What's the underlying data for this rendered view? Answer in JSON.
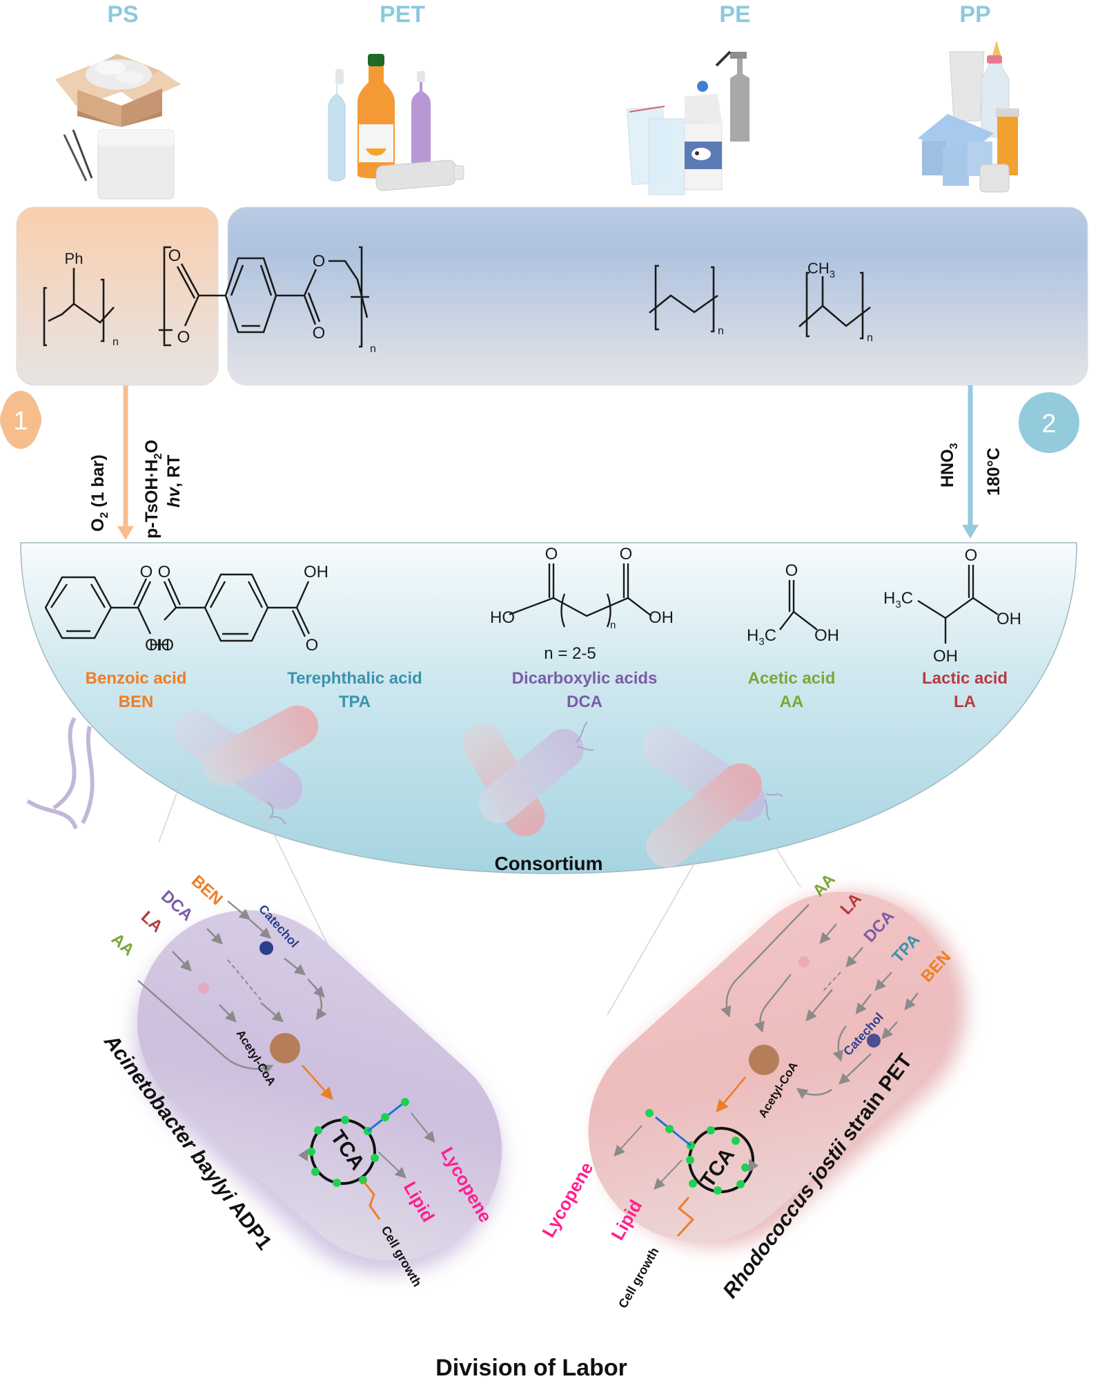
{
  "plastics": [
    {
      "label": "PS",
      "item": "polystyrene-products"
    },
    {
      "label": "PET",
      "item": "pet-bottles"
    },
    {
      "label": "PE",
      "item": "pe-products"
    },
    {
      "label": "PP",
      "item": "pp-products"
    }
  ],
  "polymers": {
    "ps_substituent": "Ph",
    "pp_substituent": "CH",
    "pp_substituent_sub": "3",
    "repeat_index": "n",
    "oxygen": "O"
  },
  "routes": [
    {
      "number": "1",
      "color": "#f8bd8c",
      "conditions_line1_main": "O",
      "conditions_line1_sub": "2",
      "conditions_line1_rest": " (1 bar)",
      "conditions_line2": "p-TsOH·H",
      "conditions_line2_sub": "2",
      "conditions_line2_rest": "O",
      "conditions_line3_italic": "hv",
      "conditions_line3_rest": ", RT"
    },
    {
      "number": "2",
      "color": "#93cbdc",
      "conditions_line1_main": "HNO",
      "conditions_line1_sub": "3",
      "conditions_line2": "180°C"
    }
  ],
  "monomers": [
    {
      "name": "Benzoic acid",
      "abbr": "BEN",
      "color": "#ee7d25"
    },
    {
      "name": "Terephthalic acid",
      "abbr": "TPA",
      "color": "#3b93ad"
    },
    {
      "name": "Dicarboxylic acids",
      "abbr": "DCA",
      "color": "#7b5ba6",
      "note": "n = 2-5"
    },
    {
      "name": "Acetic acid",
      "abbr": "AA",
      "color": "#7aa63a"
    },
    {
      "name": "Lactic acid",
      "abbr": "LA",
      "color": "#b73a3f"
    }
  ],
  "chem_labels": {
    "OH": "OH",
    "HO": "HO",
    "O": "O",
    "H3C_main": "H",
    "H3C_sub": "3",
    "H3C_end": "C",
    "n": "n"
  },
  "consortium_label": "Consortium",
  "organisms": [
    {
      "name": "Acinetobacter baylyi ADP1",
      "name_italic": "Acinetobacter baylyi",
      "name_rest": " ADP1",
      "fill": "#cfc2df",
      "substrates": [
        "BEN",
        "DCA",
        "LA",
        "AA"
      ],
      "intermediate": "Catechol",
      "hub": "Acetyl-CoA",
      "cycle": "TCA",
      "products": [
        "Lycopene",
        "Lipid"
      ],
      "growth": "Cell growth"
    },
    {
      "name": "Rhodococcus jostii strain PET",
      "name_italic": "Rhodococcus jostii",
      "name_rest": " strain PET",
      "fill": "#f0c1c2",
      "substrates": [
        "AA",
        "LA",
        "DCA",
        "TPA",
        "BEN"
      ],
      "intermediate": "Catechol",
      "hub": "Acetyl-CoA",
      "cycle": "TCA",
      "products": [
        "Lycopene",
        "Lipid"
      ],
      "growth": "Cell growth"
    }
  ],
  "footer_title": "Division of Labor",
  "colors": {
    "title_blue": "#8ccadd",
    "ps_panel_top": "#f9cfae",
    "ps_panel_bottom": "#e7e3e3",
    "poly_panel_top": "#b7c9e3",
    "poly_panel_bottom": "#e2e3e7",
    "bowl_top": "#f6fafb",
    "bowl_bottom": "#a7d5e2",
    "product_pink": "#ff1f8f",
    "catechol_blue": "#2c3f8e",
    "acetylcoa_brown": "#b67d5a",
    "tca_dot_green": "#1fd152",
    "arrow_gray": "#8a8a8a",
    "arrow_orange": "#ee7d25",
    "branch_blue": "#1a73d9"
  }
}
